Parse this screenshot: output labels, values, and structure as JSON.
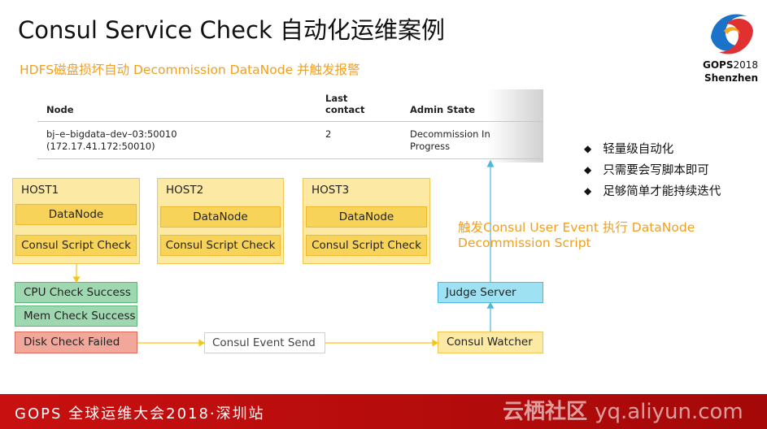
{
  "title": "Consul Service Check 自动化运维案例",
  "subtitle": "HDFS磁盘损坏自动 Decommission DataNode 并触发报警",
  "logo": {
    "line1_bold": "GOPS",
    "line1_light": "2018",
    "line2": "Shenzhen"
  },
  "table": {
    "headers": {
      "node": "Node",
      "last_contact_1": "Last",
      "last_contact_2": "contact",
      "admin_state": "Admin State"
    },
    "row": {
      "node_1": "bj–e–bigdata–dev–03:50010",
      "node_2": "(172.17.41.172:50010)",
      "last_contact": "2",
      "state_1": "Decommission In",
      "state_2": "Progress"
    }
  },
  "hosts": [
    {
      "label": "HOST1",
      "datanode": "DataNode",
      "check": "Consul Script Check"
    },
    {
      "label": "HOST2",
      "datanode": "DataNode",
      "check": "Consul Script Check"
    },
    {
      "label": "HOST3",
      "datanode": "DataNode",
      "check": "Consul Script Check"
    }
  ],
  "checks": {
    "cpu": "CPU Check Success",
    "mem": "Mem Check Success",
    "disk": "Disk Check Failed"
  },
  "event_send": "Consul Event Send",
  "watcher": "Consul Watcher",
  "judge": "Judge Server",
  "trigger": {
    "line1": "触发Consul User Event 执行 DataNode",
    "line2": "Decommission Script"
  },
  "bullets": [
    "轻量级自动化",
    "只需要会写脚本即可",
    "足够简单才能持续迭代"
  ],
  "footer": {
    "left": "GOPS 全球运维大会2018·深圳站",
    "brand": "云栖社区",
    "domain": "yq.aliyun.com"
  },
  "colors": {
    "accent": "#f0a020",
    "host_fill": "#fbe9a4",
    "inner_fill": "#f7d35a",
    "success": "#9fd8b0",
    "failed": "#f2a79b",
    "judge": "#9ee1f3",
    "footer": "#c81010",
    "arrow_yellow": "#f5c518",
    "arrow_blue": "#4bb9db"
  }
}
